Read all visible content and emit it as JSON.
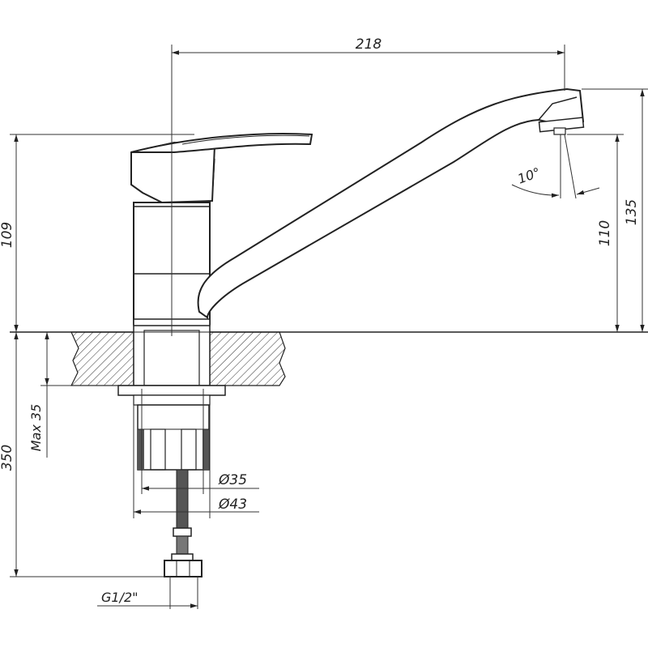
{
  "dimensions": {
    "spout_reach": "218",
    "body_height": "109",
    "spout_height": "110",
    "total_height": "135",
    "spout_angle": "10°",
    "max_countertop": "Max 35",
    "hose_length": "350",
    "hole_min": "Ø35",
    "hole_max": "Ø43",
    "thread": "G1/2\""
  }
}
